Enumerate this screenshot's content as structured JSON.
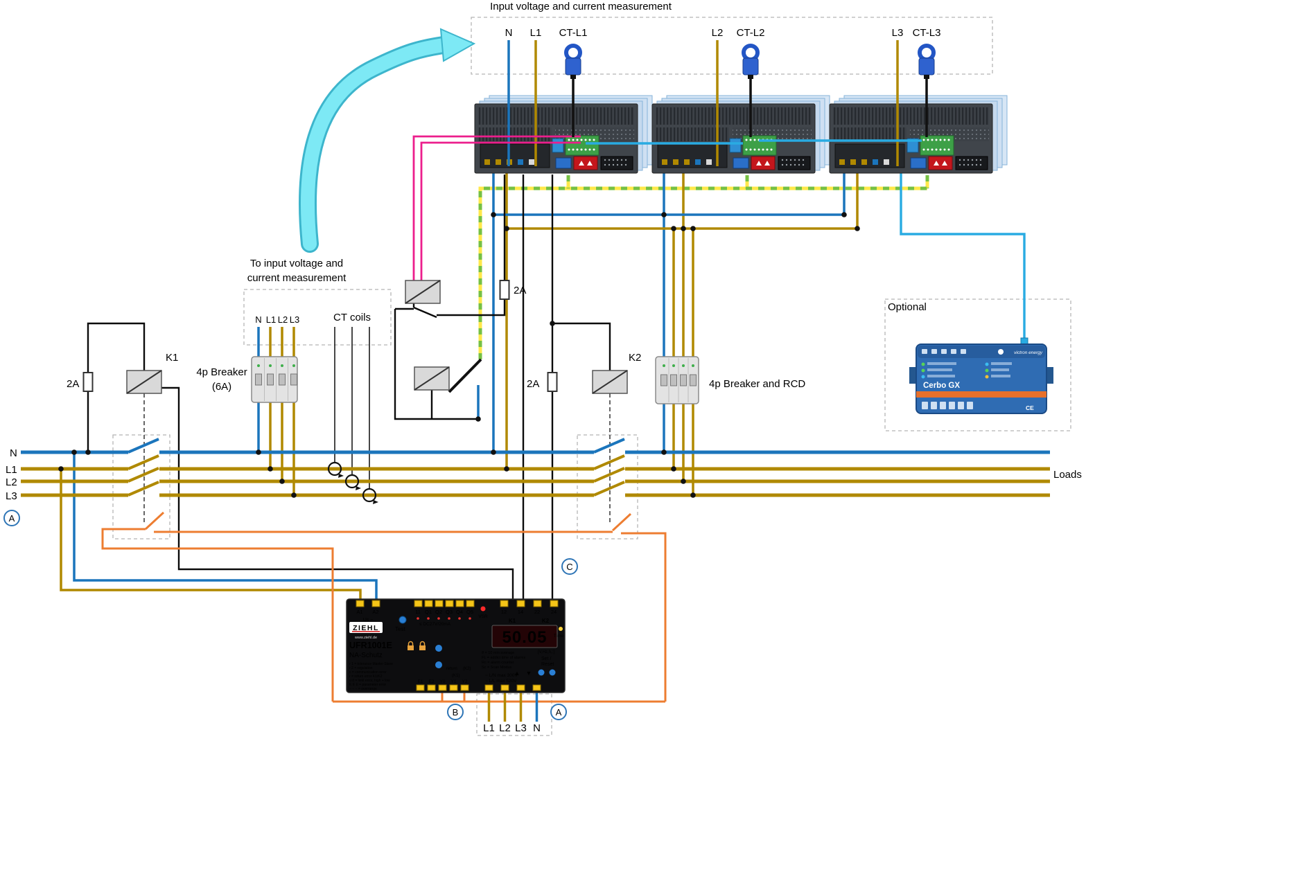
{
  "colors": {
    "neutral_wire": "#1b75bc",
    "phase_wire": "#b08900",
    "control_wire": "#000000",
    "signal_pink": "#ec1e8c",
    "comm_bus_yellow": "#ffe84a",
    "comm_bus_green": "#76c043",
    "cerbo_link_cyan": "#29abe2",
    "aux_orange": "#ed7d31",
    "arrow_cyan": "#7de9f5",
    "inverter_dark": "#40454b",
    "cerbo_blue": "#2f6cb3",
    "display_red": "#ff2222",
    "terminal_yellow": "#f5c518",
    "marker_blue": "#2e75b6"
  },
  "top": {
    "title": "Input voltage and current measurement",
    "n": "N",
    "l1": "L1",
    "ct_l1": "CT-L1",
    "l2": "L2",
    "ct_l2": "CT-L2",
    "l3": "L3",
    "ct_l3": "CT-L3"
  },
  "left_area": {
    "to_line1": "To input voltage and",
    "to_line2": "current measurement",
    "k1": "K1",
    "fuse_2a": "2A",
    "breaker_line1": "4p Breaker",
    "breaker_line2": "(6A)",
    "meas_n": "N",
    "meas_l1": "L1",
    "meas_l2": "L2",
    "meas_l3": "L3",
    "ct_coils": "CT coils"
  },
  "middle_area": {
    "fuse_mid": "2A",
    "fuse_k2": "2A",
    "k2": "K2",
    "breaker_rcd": "4p Breaker and RCD"
  },
  "right_area": {
    "optional": "Optional",
    "cerbo_name": "Cerbo GX",
    "brand": "victron energy",
    "ce": "CE"
  },
  "bus": {
    "n": "N",
    "l1": "L1",
    "l2": "L2",
    "l3": "L3",
    "loads": "Loads"
  },
  "markers": {
    "a_left": "A",
    "c": "C",
    "b": "B",
    "a_bottom": "A"
  },
  "ufr": {
    "brand": "ZIEHL",
    "web": "www.ziehl.de",
    "model": "UFR1001E",
    "type": "NA-Schutz",
    "test": "Test",
    "us": "Us ~",
    "supply": "24...270 V",
    "dc": "≤ DC27V/20mA",
    "vsr": "VSR",
    "k1": "K1",
    "k2": "K2",
    "display": "50.05",
    "units": "[V,Hz,h,:]",
    "time": "Time",
    "set1": "Set /",
    "set2": "Reset",
    "up": "▲",
    "down": "▼",
    "t_left": [
      "A1",
      "A2"
    ],
    "t_mid": [
      "11",
      "Q1",
      "Q2",
      "Q3",
      "Q4",
      "Q5"
    ],
    "t_right": [
      "12",
      "14",
      "22",
      "24"
    ],
    "t_bottom": [
      "E1",
      "E2",
      "Y0",
      "Y1",
      "Y2"
    ],
    "return_label": "return",
    "k2_ref": "(K2)",
    "k1_ref": "(K1)",
    "ln_max": "~ L/N max 300V",
    "ll_max": "~ L/L max 520V",
    "wire_labels": [
      "L1",
      "L2",
      "L3",
      "N"
    ],
    "info_lines": [
      "ϑ = 10 min average",
      "FL = addict time of alarms",
      "Rc = alarm counter",
      "Sc = Scan Modus"
    ],
    "error_lines": [
      "r 1 = tolerance Master-Slave",
      "r 2 = regulation",
      "c = communication error",
      "r = return error K1/K2",
      "u d = limit error, high + low",
      "E E E = parameter error",
      "− − − = overrange"
    ]
  }
}
